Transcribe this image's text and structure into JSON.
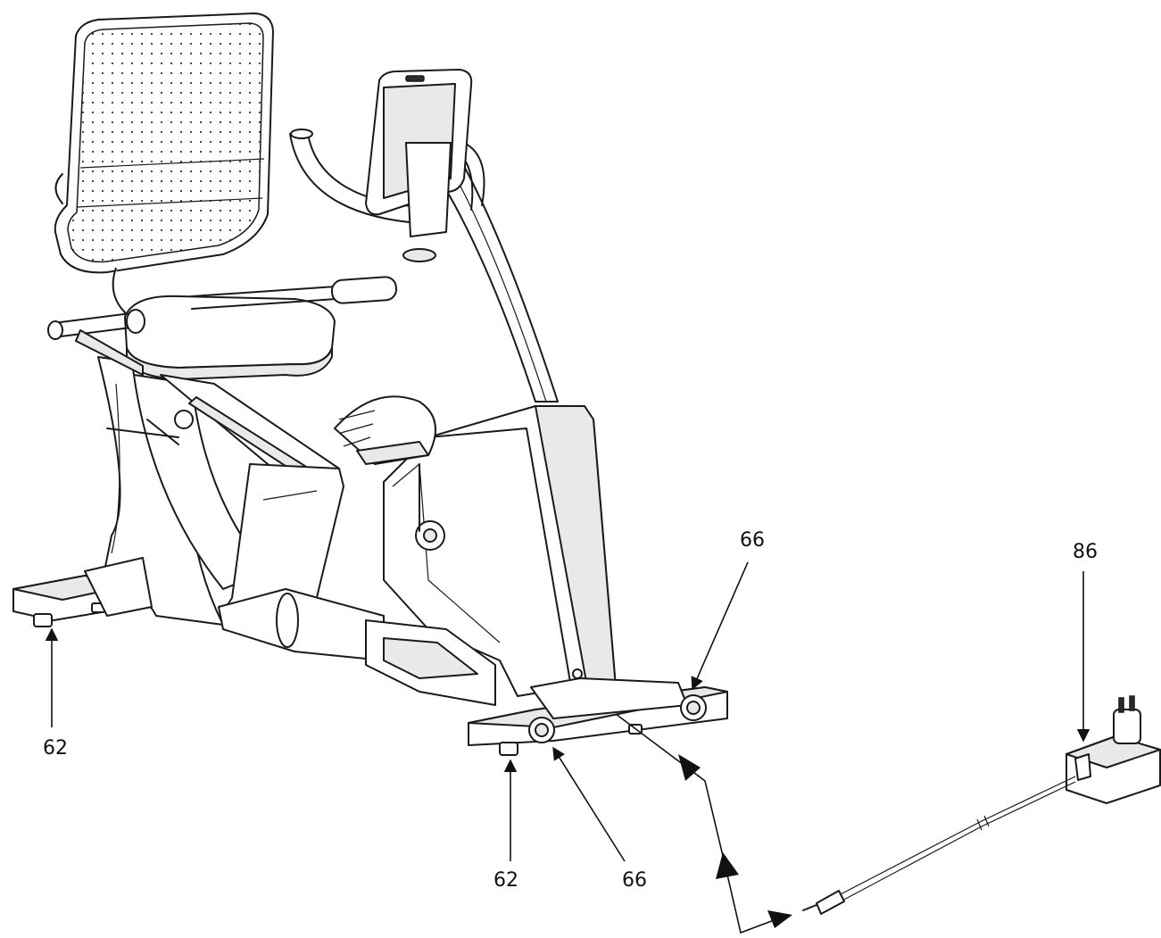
{
  "callouts": {
    "foot_left": "62",
    "foot_center": "62",
    "wheel_right_top": "66",
    "wheel_bottom": "66",
    "adapter": "86"
  }
}
